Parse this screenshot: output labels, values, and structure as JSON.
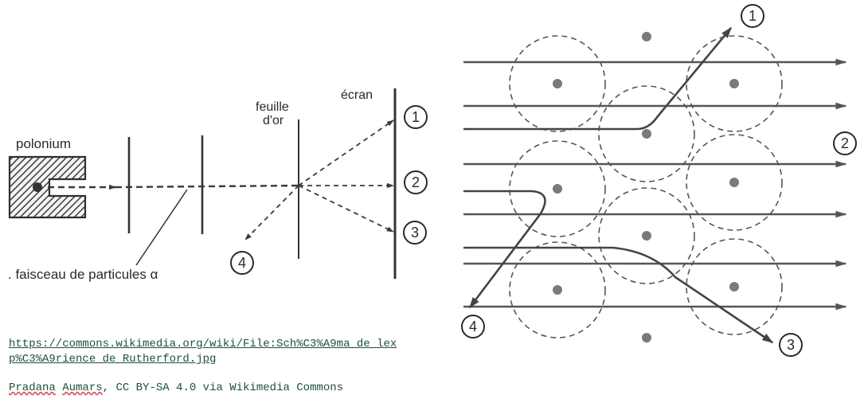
{
  "left_diagram": {
    "source_label": "polonium",
    "foil_label_line1": "feuille",
    "foil_label_line2": "d'or",
    "screen_label": "écran",
    "beam_label": ". faisceau de particules α",
    "markers": [
      "1",
      "2",
      "3",
      "4"
    ]
  },
  "right_diagram": {
    "markers": [
      "1",
      "2",
      "3",
      "4"
    ]
  },
  "credits": {
    "source_url": "https://commons.wikimedia.org/wiki/File:Sch%C3%A9ma_de_lexp%C3%A9rience_de_Rutherford.jpg",
    "author_first": "Pradana",
    "author_last": "Aumars",
    "license_text": ", CC BY-SA 4.0 via Wikimedia Commons"
  }
}
